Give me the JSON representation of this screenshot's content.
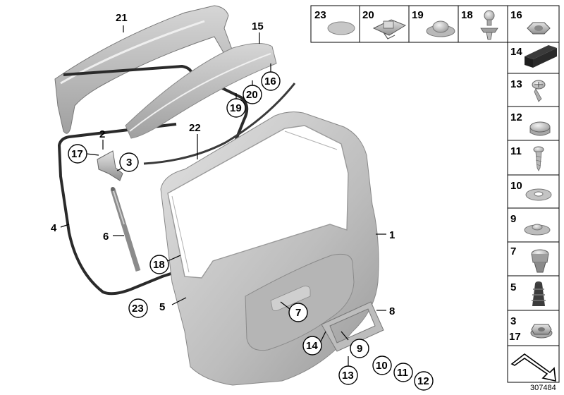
{
  "diagram_id": "307484",
  "callouts": {
    "c1": "1",
    "c2": "2",
    "c3": "3",
    "c4": "4",
    "c5": "5",
    "c6": "6",
    "c7": "7",
    "c8": "8",
    "c9": "9",
    "c10": "10",
    "c11": "11",
    "c12": "12",
    "c13": "13",
    "c14": "14",
    "c15": "15",
    "c16": "16",
    "c17": "17",
    "c18": "18",
    "c19": "19",
    "c20": "20",
    "c21": "21",
    "c22": "22",
    "c23": "23"
  },
  "top_row": [
    "23",
    "20",
    "19",
    "18",
    "16"
  ],
  "right_column": [
    "14",
    "13",
    "12",
    "11",
    "10",
    "9",
    "7",
    "5",
    "3",
    "17"
  ],
  "colors": {
    "part_fill": "#c9c9c9",
    "part_dark": "#8d8d8d",
    "seal": "#2a2a2a",
    "line": "#000000"
  }
}
